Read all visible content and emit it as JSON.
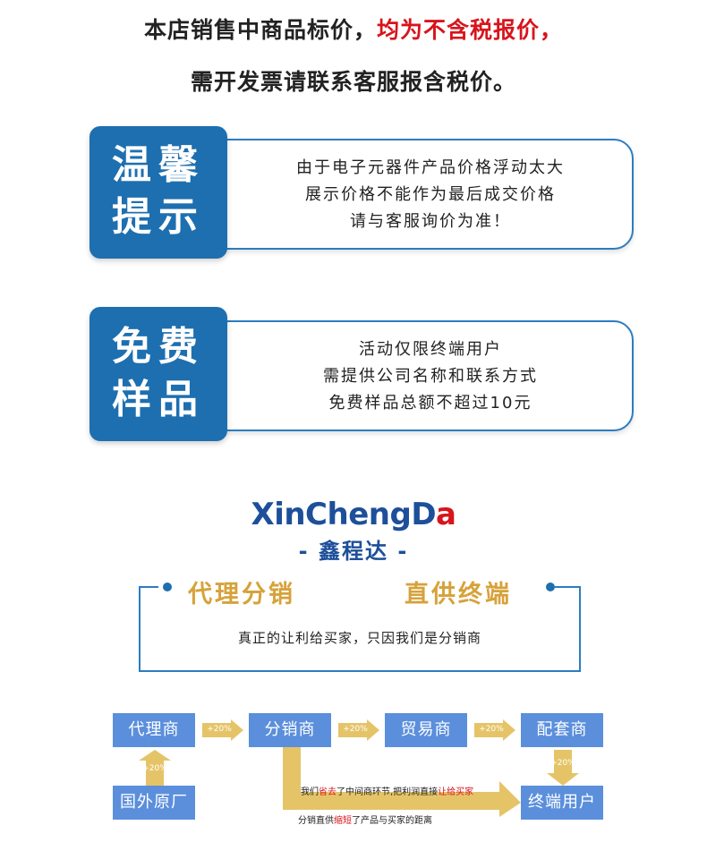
{
  "notice": {
    "line1_normal": "本店销售中商品标价，",
    "line1_red": "均为不含税报价，",
    "line2": "需开发票请联系客服报含税价。"
  },
  "cards": [
    {
      "tag_line1": "温馨",
      "tag_line2": "提示",
      "lines": [
        "由于电子元器件产品价格浮动太大",
        "展示价格不能作为最后成交价格",
        "请与客服询价为准！"
      ]
    },
    {
      "tag_line1": "免费",
      "tag_line2": "样品",
      "lines": [
        "活动仅限终端用户",
        "需提供公司名称和联系方式",
        "免费样品总额不超过10元"
      ]
    }
  ],
  "logo": {
    "en_prefix": "XinChengD",
    "en_highlight": "a",
    "cn": "- 鑫程达 -"
  },
  "agent": {
    "slogan_left": "代理分销",
    "slogan_right": "直供终端",
    "subtitle": "真正的让利给买家，只因我们是分销商"
  },
  "flow": {
    "boxes": {
      "agent": "代理商",
      "distributor": "分销商",
      "trader": "贸易商",
      "supplier": "配套商",
      "foreign": "国外原厂",
      "end_user": "终端用户"
    },
    "markup": "+20%",
    "note1": {
      "a": "我们",
      "b": "省去",
      "c": "了中间商环节,把利润直接",
      "d": "让给买家"
    },
    "note2": {
      "a": "分销直供",
      "b": "缩短",
      "c": "了产品与买家的距离"
    }
  },
  "colors": {
    "blue": "#1d6fb0",
    "red": "#d8141c",
    "gold": "#d6a23a",
    "flow_box": "#5b8fdc"
  }
}
